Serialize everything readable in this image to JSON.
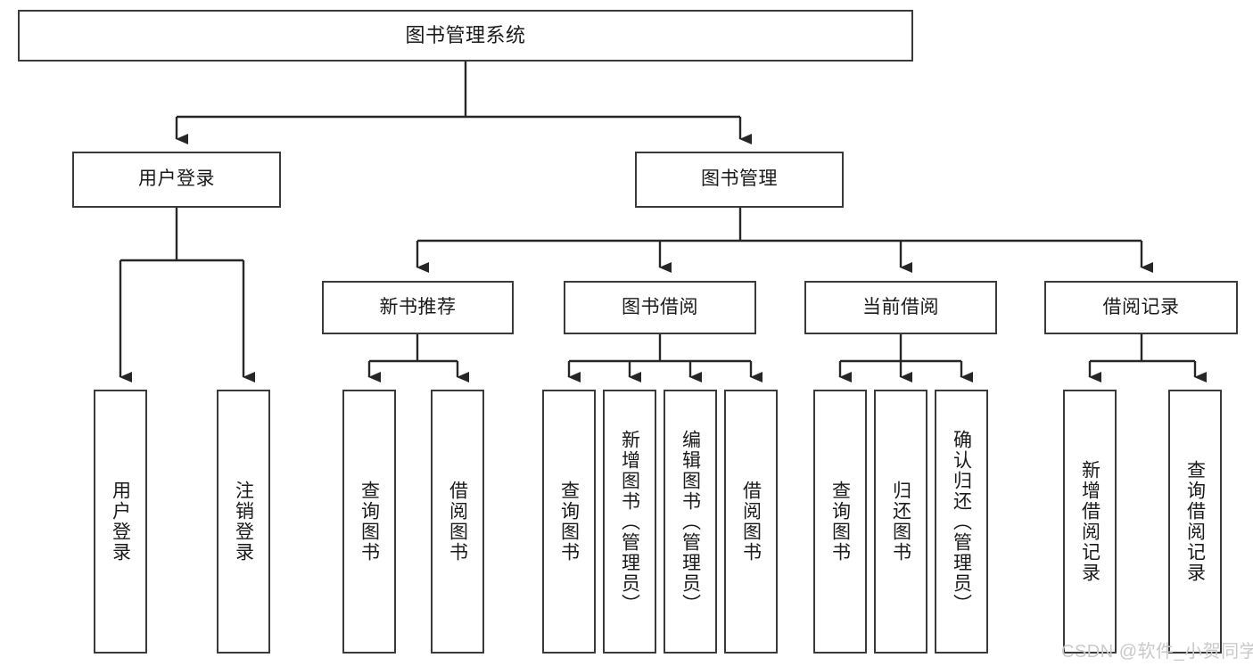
{
  "diagram": {
    "title": "图书管理系统",
    "type": "tree",
    "watermark": "CSDN @软件_小贺同学",
    "colors": {
      "box_border": "#3a3a3a",
      "box_fill": "#ffffff",
      "edge": "#262626",
      "text": "#1a1a1a",
      "watermark": "#c9c9c9",
      "background": "#ffffff"
    },
    "nodes": {
      "root": {
        "label": "图书管理系统"
      },
      "level2": [
        {
          "id": "user-login",
          "label": "用户登录"
        },
        {
          "id": "book-management",
          "label": "图书管理"
        }
      ],
      "level3": [
        {
          "id": "new-book-recommend",
          "label": "新书推荐"
        },
        {
          "id": "book-borrow",
          "label": "图书借阅"
        },
        {
          "id": "current-borrow",
          "label": "当前借阅"
        },
        {
          "id": "borrow-record",
          "label": "借阅记录"
        }
      ],
      "leaves": {
        "user_login": [
          {
            "id": "leaf-user-login",
            "label": "用户登录"
          },
          {
            "id": "leaf-logout-login",
            "label": "注销登录"
          }
        ],
        "new_book_recommend": [
          {
            "id": "leaf-query-book-1",
            "label": "查询图书"
          },
          {
            "id": "leaf-borrow-book-1",
            "label": "借阅图书"
          }
        ],
        "book_borrow": [
          {
            "id": "leaf-query-book-2",
            "label": "查询图书"
          },
          {
            "id": "leaf-add-book",
            "label": "新增图书（管理员）"
          },
          {
            "id": "leaf-edit-book",
            "label": "编辑图书（管理员）"
          },
          {
            "id": "leaf-borrow-book-2",
            "label": "借阅图书"
          }
        ],
        "current_borrow": [
          {
            "id": "leaf-query-book-3",
            "label": "查询图书"
          },
          {
            "id": "leaf-return-book",
            "label": "归还图书"
          },
          {
            "id": "leaf-confirm-return",
            "label": "确认归还（管理员）"
          }
        ],
        "borrow_record": [
          {
            "id": "leaf-add-record",
            "label": "新增借阅记录"
          },
          {
            "id": "leaf-query-record",
            "label": "查询借阅记录"
          }
        ]
      }
    }
  }
}
